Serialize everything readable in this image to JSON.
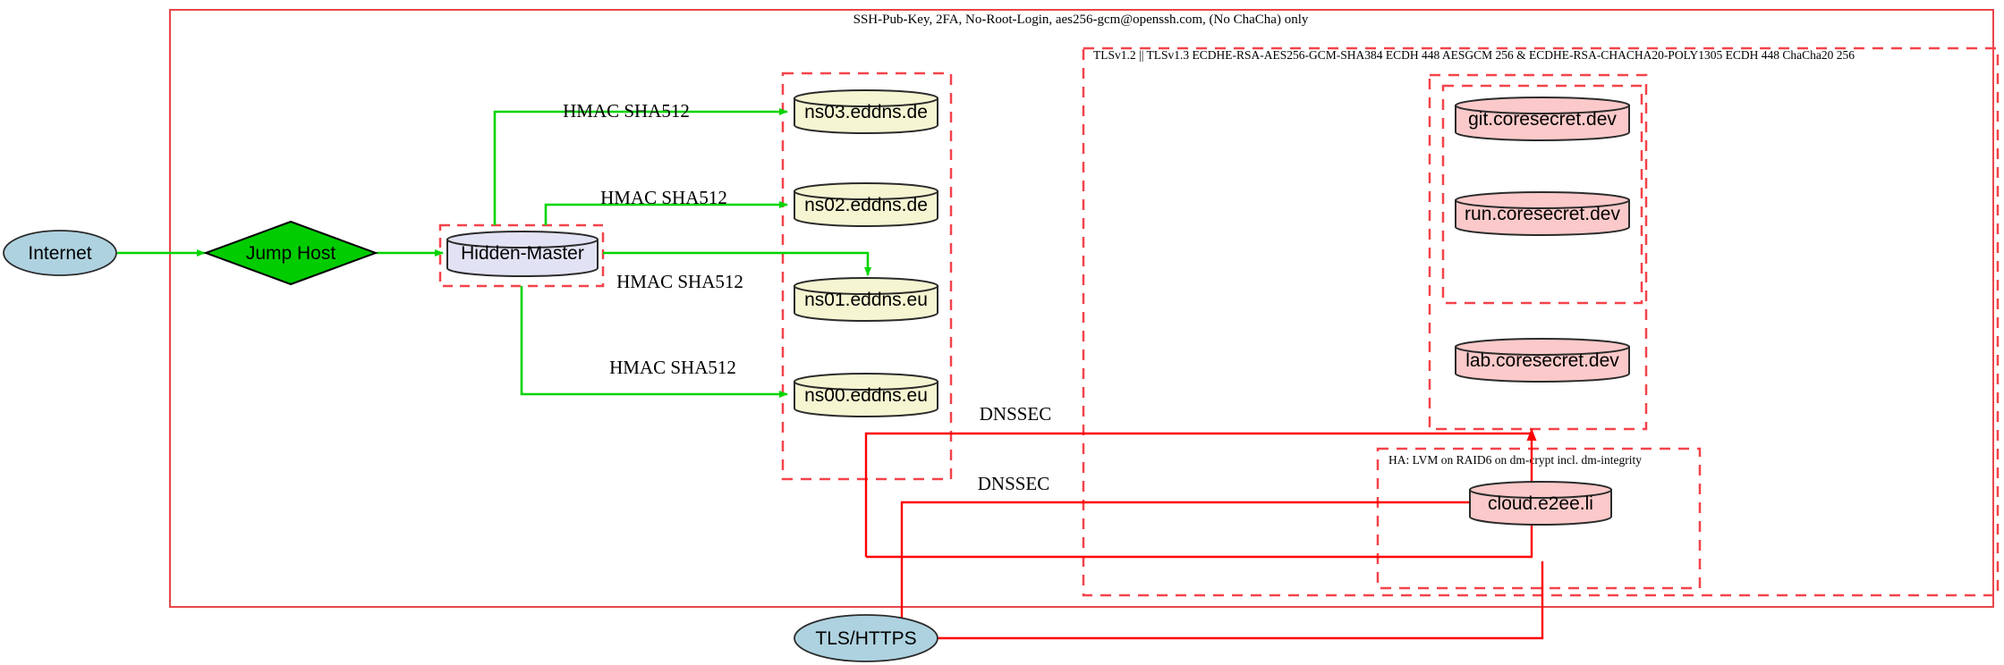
{
  "diagram": {
    "title_note": "SSH-Pub-Key, 2FA, No-Root-Login, aes256-gcm@openssh.com, (No ChaCha) only",
    "tls_note": "TLSv1.2 || TLSv1.3 ECDHE-RSA-AES256-GCM-SHA384 ECDH 448 AESGCM 256 & ECDHE-RSA-CHACHA20-POLY1305 ECDH 448 ChaCha20 256",
    "ha_note": "HA: LVM on RAID6 on dm-crypt incl. dm-integrity"
  },
  "nodes": {
    "internet": "Internet",
    "jump_host": "Jump Host",
    "hidden_master": "Hidden-Master",
    "ns03": "ns03.eddns.de",
    "ns02": "ns02.eddns.de",
    "ns01": "ns01.eddns.eu",
    "ns00": "ns00.eddns.eu",
    "git": "git.coresecret.dev",
    "run": "run.coresecret.dev",
    "lab": "lab.coresecret.dev",
    "cloud": "cloud.e2ee.li",
    "tls_https": "TLS/HTTPS"
  },
  "edges": {
    "hmac_ns03": "HMAC SHA512",
    "hmac_ns02": "HMAC SHA512",
    "hmac_ns01": "HMAC SHA512",
    "hmac_ns00": "HMAC SHA512",
    "dnssec_top": "DNSSEC",
    "dnssec_bottom": "DNSSEC"
  },
  "colors": {
    "boundary_red": "#e8464a",
    "dashed_red": "#f4434a",
    "edge_green": "#00d400",
    "edge_red": "#ff0000",
    "ellipse_blue": "#aed2e0",
    "diamond_green": "#00cc00",
    "cylinder_lavender": "#e2e2f5",
    "cylinder_cream": "#f5f5d2",
    "cylinder_pink": "#fbc9c9"
  }
}
